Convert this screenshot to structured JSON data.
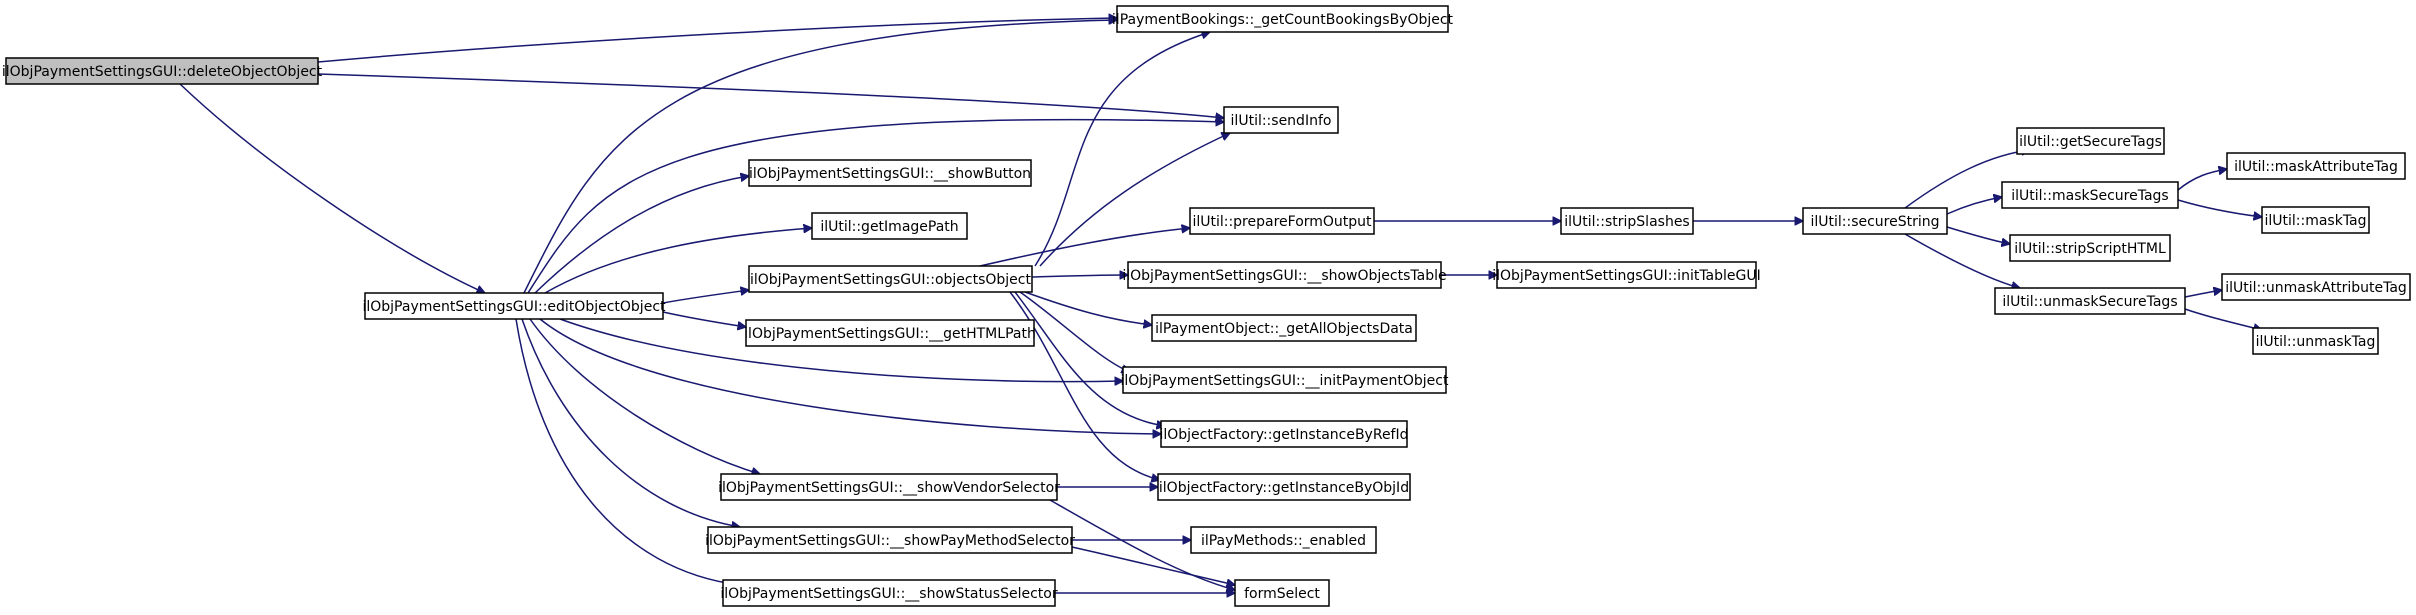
{
  "nodes": {
    "delete_object": {
      "label": "ilObjPaymentSettingsGUI::deleteObjectObject"
    },
    "edit_object": {
      "label": "ilObjPaymentSettingsGUI::editObjectObject"
    },
    "count_bookings": {
      "label": "ilPaymentBookings::_getCountBookingsByObject"
    },
    "send_info": {
      "label": "ilUtil::sendInfo"
    },
    "show_button": {
      "label": "ilObjPaymentSettingsGUI::__showButton"
    },
    "get_image_path": {
      "label": "ilUtil::getImagePath"
    },
    "objects_object": {
      "label": "ilObjPaymentSettingsGUI::objectsObject"
    },
    "get_html_path": {
      "label": "ilObjPaymentSettingsGUI::__getHTMLPath"
    },
    "prepare_form_output": {
      "label": "ilUtil::prepareFormOutput"
    },
    "strip_slashes": {
      "label": "ilUtil::stripSlashes"
    },
    "secure_string": {
      "label": "ilUtil::secureString"
    },
    "get_secure_tags": {
      "label": "ilUtil::getSecureTags"
    },
    "mask_secure_tags": {
      "label": "ilUtil::maskSecureTags"
    },
    "mask_attribute_tag": {
      "label": "ilUtil::maskAttributeTag"
    },
    "mask_tag": {
      "label": "ilUtil::maskTag"
    },
    "strip_script_html": {
      "label": "ilUtil::stripScriptHTML"
    },
    "unmask_secure_tags": {
      "label": "ilUtil::unmaskSecureTags"
    },
    "unmask_attribute_tag": {
      "label": "ilUtil::unmaskAttributeTag"
    },
    "unmask_tag": {
      "label": "ilUtil::unmaskTag"
    },
    "show_objects_table": {
      "label": "ilObjPaymentSettingsGUI::__showObjectsTable"
    },
    "init_table_gui": {
      "label": "ilObjPaymentSettingsGUI::initTableGUI"
    },
    "get_all_objects_data": {
      "label": "ilPaymentObject::_getAllObjectsData"
    },
    "init_payment_object": {
      "label": "ilObjPaymentSettingsGUI::__initPaymentObject"
    },
    "get_instance_by_ref_id": {
      "label": "ilObjectFactory::getInstanceByRefId"
    },
    "get_instance_by_obj_id": {
      "label": "ilObjectFactory::getInstanceByObjId"
    },
    "show_vendor_selector": {
      "label": "ilObjPaymentSettingsGUI::__showVendorSelector"
    },
    "show_pay_method_selector": {
      "label": "ilObjPaymentSettingsGUI::__showPayMethodSelector"
    },
    "pay_methods_enabled": {
      "label": "ilPayMethods::_enabled"
    },
    "show_status_selector": {
      "label": "ilObjPaymentSettingsGUI::__showStatusSelector"
    },
    "form_select": {
      "label": "formSelect"
    }
  },
  "edges": [
    {
      "from": "delete_object",
      "to": "count_bookings"
    },
    {
      "from": "delete_object",
      "to": "send_info"
    },
    {
      "from": "delete_object",
      "to": "edit_object"
    },
    {
      "from": "edit_object",
      "to": "count_bookings"
    },
    {
      "from": "edit_object",
      "to": "send_info"
    },
    {
      "from": "edit_object",
      "to": "show_button"
    },
    {
      "from": "edit_object",
      "to": "get_image_path"
    },
    {
      "from": "edit_object",
      "to": "objects_object"
    },
    {
      "from": "edit_object",
      "to": "get_html_path"
    },
    {
      "from": "edit_object",
      "to": "init_payment_object"
    },
    {
      "from": "edit_object",
      "to": "get_instance_by_ref_id"
    },
    {
      "from": "edit_object",
      "to": "show_vendor_selector"
    },
    {
      "from": "edit_object",
      "to": "show_pay_method_selector"
    },
    {
      "from": "edit_object",
      "to": "show_status_selector"
    },
    {
      "from": "objects_object",
      "to": "count_bookings"
    },
    {
      "from": "objects_object",
      "to": "send_info"
    },
    {
      "from": "objects_object",
      "to": "prepare_form_output"
    },
    {
      "from": "objects_object",
      "to": "show_objects_table"
    },
    {
      "from": "objects_object",
      "to": "get_all_objects_data"
    },
    {
      "from": "objects_object",
      "to": "init_payment_object"
    },
    {
      "from": "objects_object",
      "to": "get_instance_by_ref_id"
    },
    {
      "from": "objects_object",
      "to": "get_instance_by_obj_id"
    },
    {
      "from": "prepare_form_output",
      "to": "strip_slashes"
    },
    {
      "from": "strip_slashes",
      "to": "secure_string"
    },
    {
      "from": "secure_string",
      "to": "get_secure_tags"
    },
    {
      "from": "secure_string",
      "to": "mask_secure_tags"
    },
    {
      "from": "secure_string",
      "to": "strip_script_html"
    },
    {
      "from": "secure_string",
      "to": "unmask_secure_tags"
    },
    {
      "from": "mask_secure_tags",
      "to": "mask_attribute_tag"
    },
    {
      "from": "mask_secure_tags",
      "to": "mask_tag"
    },
    {
      "from": "unmask_secure_tags",
      "to": "unmask_attribute_tag"
    },
    {
      "from": "unmask_secure_tags",
      "to": "unmask_tag"
    },
    {
      "from": "show_objects_table",
      "to": "init_table_gui"
    },
    {
      "from": "show_vendor_selector",
      "to": "get_instance_by_obj_id"
    },
    {
      "from": "show_vendor_selector",
      "to": "form_select"
    },
    {
      "from": "show_pay_method_selector",
      "to": "pay_methods_enabled"
    },
    {
      "from": "show_pay_method_selector",
      "to": "form_select"
    },
    {
      "from": "show_status_selector",
      "to": "form_select"
    }
  ]
}
